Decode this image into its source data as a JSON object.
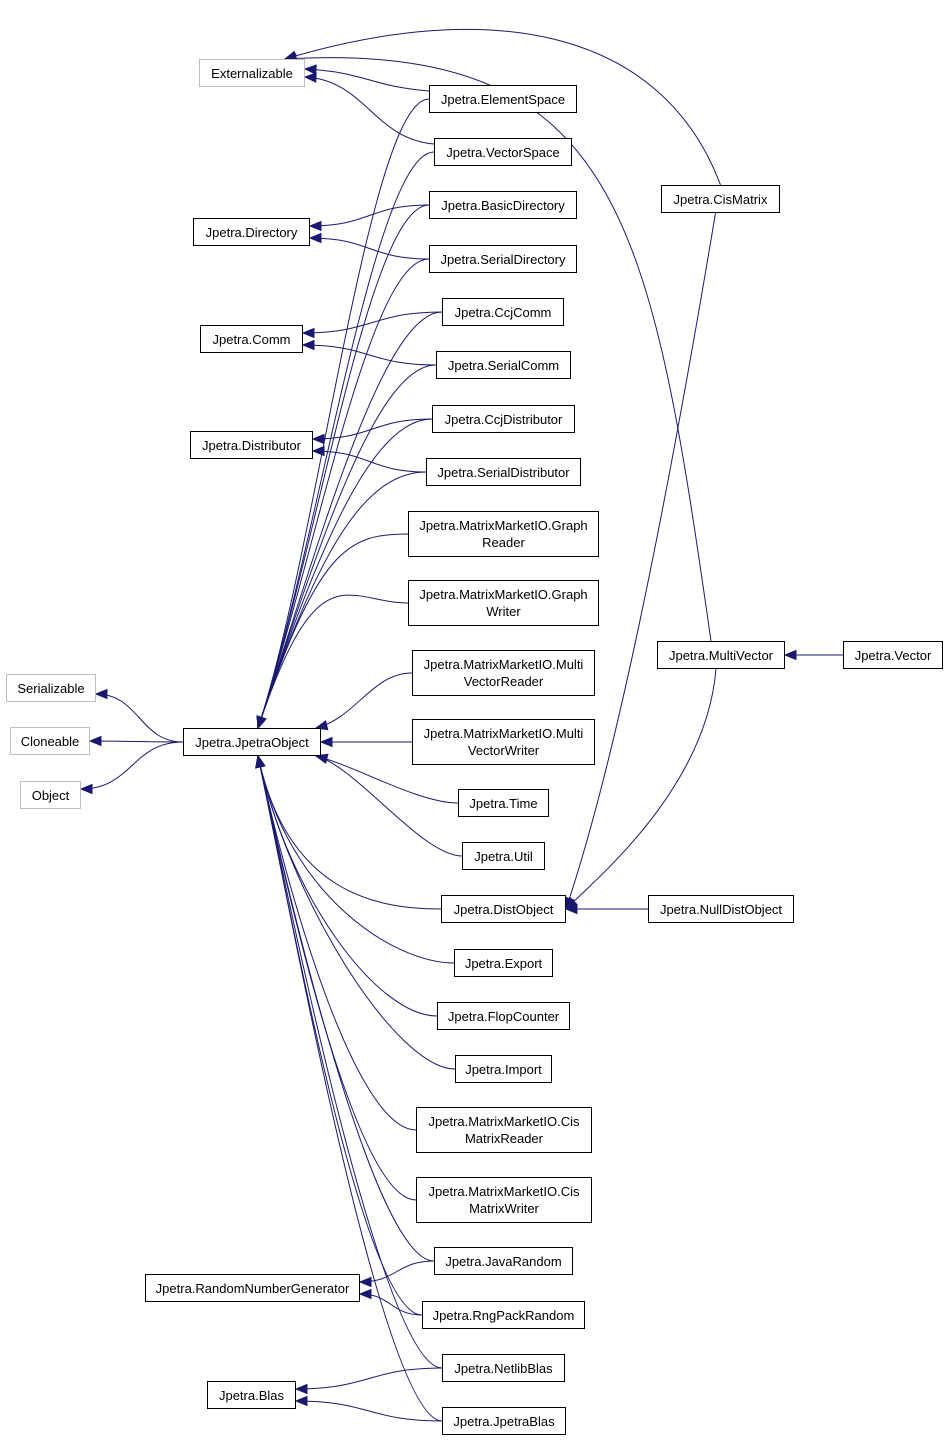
{
  "colors": {
    "edge": "#191970",
    "internal_border": "#000000",
    "external_border": "#bfbfbf",
    "background": "#ffffff"
  },
  "nodes": {
    "externalizable": "Externalizable",
    "element_space": "Jpetra.ElementSpace",
    "vector_space": "Jpetra.VectorSpace",
    "cis_matrix": "Jpetra.CisMatrix",
    "directory": "Jpetra.Directory",
    "basic_directory": "Jpetra.BasicDirectory",
    "serial_directory": "Jpetra.SerialDirectory",
    "comm": "Jpetra.Comm",
    "ccj_comm": "Jpetra.CcjComm",
    "serial_comm": "Jpetra.SerialComm",
    "distributor": "Jpetra.Distributor",
    "ccj_distributor": "Jpetra.CcjDistributor",
    "serial_distributor": "Jpetra.SerialDistributor",
    "graph_reader": "Jpetra.MatrixMarketIO.Graph\nReader",
    "graph_writer": "Jpetra.MatrixMarketIO.Graph\nWriter",
    "multi_vector_reader": "Jpetra.MatrixMarketIO.Multi\nVectorReader",
    "multi_vector_writer": "Jpetra.MatrixMarketIO.Multi\nVectorWriter",
    "multi_vector": "Jpetra.MultiVector",
    "vector": "Jpetra.Vector",
    "serializable": "Serializable",
    "cloneable": "Cloneable",
    "object": "Object",
    "jpetra_object": "Jpetra.JpetraObject",
    "time": "Jpetra.Time",
    "util": "Jpetra.Util",
    "dist_object": "Jpetra.DistObject",
    "null_dist_object": "Jpetra.NullDistObject",
    "export": "Jpetra.Export",
    "flop_counter": "Jpetra.FlopCounter",
    "import": "Jpetra.Import",
    "cis_matrix_reader": "Jpetra.MatrixMarketIO.Cis\nMatrixReader",
    "cis_matrix_writer": "Jpetra.MatrixMarketIO.Cis\nMatrixWriter",
    "random_number_generator": "Jpetra.RandomNumberGenerator",
    "java_random": "Jpetra.JavaRandom",
    "rng_pack_random": "Jpetra.RngPackRandom",
    "blas": "Jpetra.Blas",
    "netlib_blas": "Jpetra.NetlibBlas",
    "jpetra_blas": "Jpetra.JpetraBlas"
  },
  "edges": [
    {
      "from": "element_space",
      "to": "externalizable"
    },
    {
      "from": "vector_space",
      "to": "externalizable"
    },
    {
      "from": "cis_matrix",
      "to": "externalizable"
    },
    {
      "from": "multi_vector",
      "to": "externalizable"
    },
    {
      "from": "basic_directory",
      "to": "directory"
    },
    {
      "from": "serial_directory",
      "to": "directory"
    },
    {
      "from": "ccj_comm",
      "to": "comm"
    },
    {
      "from": "serial_comm",
      "to": "comm"
    },
    {
      "from": "ccj_distributor",
      "to": "distributor"
    },
    {
      "from": "serial_distributor",
      "to": "distributor"
    },
    {
      "from": "jpetra_object",
      "to": "serializable"
    },
    {
      "from": "jpetra_object",
      "to": "cloneable"
    },
    {
      "from": "jpetra_object",
      "to": "object"
    },
    {
      "from": "element_space",
      "to": "jpetra_object"
    },
    {
      "from": "vector_space",
      "to": "jpetra_object"
    },
    {
      "from": "basic_directory",
      "to": "jpetra_object"
    },
    {
      "from": "serial_directory",
      "to": "jpetra_object"
    },
    {
      "from": "ccj_comm",
      "to": "jpetra_object"
    },
    {
      "from": "serial_comm",
      "to": "jpetra_object"
    },
    {
      "from": "ccj_distributor",
      "to": "jpetra_object"
    },
    {
      "from": "serial_distributor",
      "to": "jpetra_object"
    },
    {
      "from": "graph_reader",
      "to": "jpetra_object"
    },
    {
      "from": "graph_writer",
      "to": "jpetra_object"
    },
    {
      "from": "multi_vector_reader",
      "to": "jpetra_object"
    },
    {
      "from": "multi_vector_writer",
      "to": "jpetra_object"
    },
    {
      "from": "time",
      "to": "jpetra_object"
    },
    {
      "from": "util",
      "to": "jpetra_object"
    },
    {
      "from": "dist_object",
      "to": "jpetra_object"
    },
    {
      "from": "export",
      "to": "jpetra_object"
    },
    {
      "from": "flop_counter",
      "to": "jpetra_object"
    },
    {
      "from": "import",
      "to": "jpetra_object"
    },
    {
      "from": "cis_matrix_reader",
      "to": "jpetra_object"
    },
    {
      "from": "cis_matrix_writer",
      "to": "jpetra_object"
    },
    {
      "from": "java_random",
      "to": "jpetra_object"
    },
    {
      "from": "rng_pack_random",
      "to": "jpetra_object"
    },
    {
      "from": "netlib_blas",
      "to": "jpetra_object"
    },
    {
      "from": "jpetra_blas",
      "to": "jpetra_object"
    },
    {
      "from": "cis_matrix",
      "to": "dist_object"
    },
    {
      "from": "multi_vector",
      "to": "dist_object"
    },
    {
      "from": "null_dist_object",
      "to": "dist_object"
    },
    {
      "from": "vector",
      "to": "multi_vector"
    },
    {
      "from": "java_random",
      "to": "random_number_generator"
    },
    {
      "from": "rng_pack_random",
      "to": "random_number_generator"
    },
    {
      "from": "netlib_blas",
      "to": "blas"
    },
    {
      "from": "jpetra_blas",
      "to": "blas"
    }
  ]
}
